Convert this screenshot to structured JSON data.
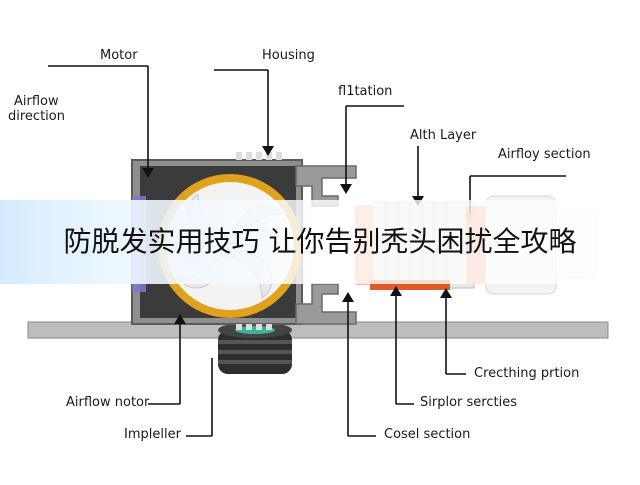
{
  "labels": {
    "motor": "Motor",
    "housing": "Housing",
    "filtation": "fl1tation",
    "airflow_direction_line1": "Airflow",
    "airflow_direction_line2": "direction",
    "alth_layer": "Alth Layer",
    "airfloy_section": "Airfloy section",
    "airflow_notor": "Airflow notor",
    "impeller": "Impleller",
    "cosel_section": "Cosel section",
    "sirplor_serties": "Sirplor sercties",
    "crecthing_prtion": "Crecthing prtion"
  },
  "overlay": {
    "title": "防脱发实用技巧 让你告别秃头困扰全攻略"
  },
  "colors": {
    "fan_orange": "#e0a21c",
    "filter_orange": "#f07850",
    "base_orange": "#e05a2a",
    "housing_dark": "#3a3a3a",
    "housing_gray": "#8c8c8c",
    "ground_gray": "#b8b8b8"
  }
}
